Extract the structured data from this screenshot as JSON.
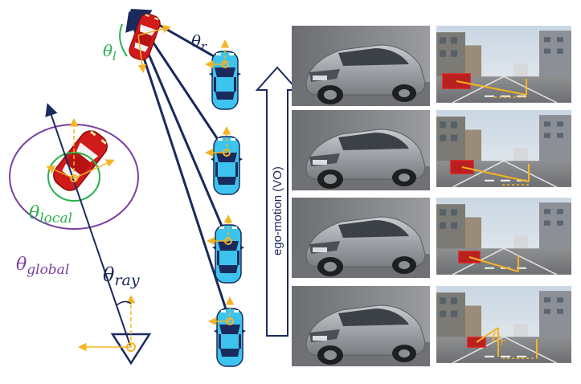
{
  "labels": {
    "theta_l": {
      "base": "θ",
      "sub": "l"
    },
    "theta_r": {
      "base": "θ",
      "sub": "r"
    },
    "theta_local": {
      "base": "θ",
      "sub": "local"
    },
    "theta_global": {
      "base": "θ",
      "sub": "global"
    },
    "theta_ray": {
      "base": "θ",
      "sub": "ray"
    },
    "theta_r_photo": {
      "base": "θ",
      "sub": "r"
    },
    "ego_motion": "ego-motion (VO)"
  },
  "colors": {
    "navy": "#1b2a5c",
    "orange": "#f5b324",
    "green": "#2bb14a",
    "purple": "#7b3fa0",
    "red_car": "#d11a1a",
    "cyan_car": "#3cc4ee",
    "box_red": "#e01e1e"
  },
  "photo_rows": 4
}
